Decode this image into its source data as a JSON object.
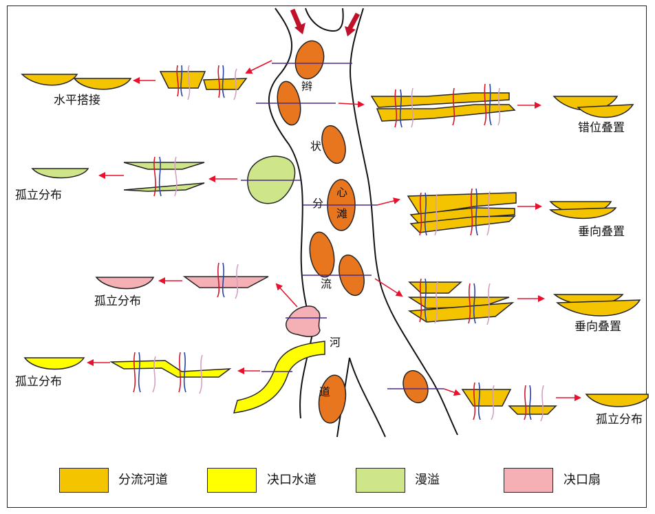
{
  "channel_text": {
    "c1": "辫",
    "c2": "状",
    "c3": "分",
    "c4": "流",
    "c5": "河",
    "c6": "道",
    "bar_top": "心",
    "bar_bottom": "滩"
  },
  "labels": {
    "left_1": "水平搭接",
    "left_2": "孤立分布",
    "left_3": "孤立分布",
    "left_4": "孤立分布",
    "right_1": "错位叠置",
    "right_2": "垂向叠置",
    "right_3": "垂向叠置",
    "right_4": "孤立分布"
  },
  "legend": [
    {
      "label": "分流河道",
      "color": "#f5c400"
    },
    {
      "label": "决口水道",
      "color": "#ffff00"
    },
    {
      "label": "漫溢",
      "color": "#cfe58a"
    },
    {
      "label": "决口扇",
      "color": "#f4b0b4"
    }
  ],
  "colors": {
    "channel_fill": "#f5c400",
    "crevasse_channel": "#ffff00",
    "overbank": "#cfe58a",
    "crevasse_fan": "#f4b0b4",
    "bar": "#e8761e",
    "arrow": "#e8102a",
    "section_line": "#4a2a8a"
  },
  "icons": [
    "flow-arrow-icon",
    "section-arrow-icon"
  ]
}
